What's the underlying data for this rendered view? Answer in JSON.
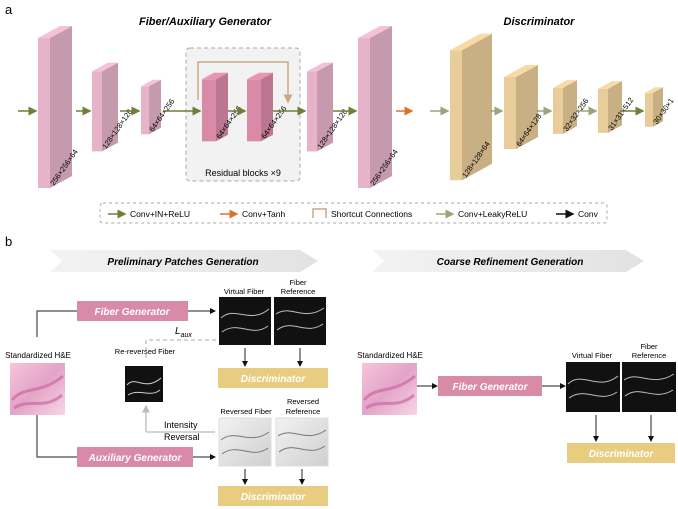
{
  "panel_a": {
    "label": "a",
    "generator_title": "Fiber/Auxiliary Generator",
    "discriminator_title": "Discriminator",
    "gen_dims": [
      "256×256×64",
      "128×128×128",
      "64×64×256",
      "64×64×256",
      "64×64×256",
      "128×128×128",
      "256×256×64"
    ],
    "residual_label": "Residual blocks ×9",
    "disc_dims": [
      "128×128×64",
      "64×64×128",
      "32×32×256",
      "31×31×512",
      "30×30×1"
    ],
    "legend": {
      "conv_in_relu": "Conv+IN+ReLU",
      "conv_tanh": "Conv+Tanh",
      "shortcut": "Shortcut Connections",
      "conv_leaky": "Conv+LeakyReLU",
      "conv": "Conv"
    },
    "colors": {
      "generator": "#e6b3c9",
      "residual": "#d98aa7",
      "discriminator": "#e8cc99",
      "arrow_green": "#6e7f3a",
      "arrow_orange": "#d9752b",
      "arrow_sage": "#9aa57a"
    }
  },
  "panel_b": {
    "label": "b",
    "banner_left": "Preliminary Patches Generation",
    "banner_right": "Coarse Refinement Generation",
    "standardized_he": "Standardized H&E",
    "fiber_generator": "Fiber Generator",
    "auxiliary_generator": "Auxiliary Generator",
    "discriminator": "Discriminator",
    "virtual_fiber": "Virtual Fiber",
    "fiber_reference": "Fiber Reference",
    "reversed_fiber": "Reversed Fiber",
    "reversed_reference": "Reversed Reference",
    "re_reversed_fiber": "Re-reversed Fiber",
    "intensity_reversal": "Intensity Reversal",
    "loss_symbol": "L",
    "loss_subscript": "aux"
  }
}
